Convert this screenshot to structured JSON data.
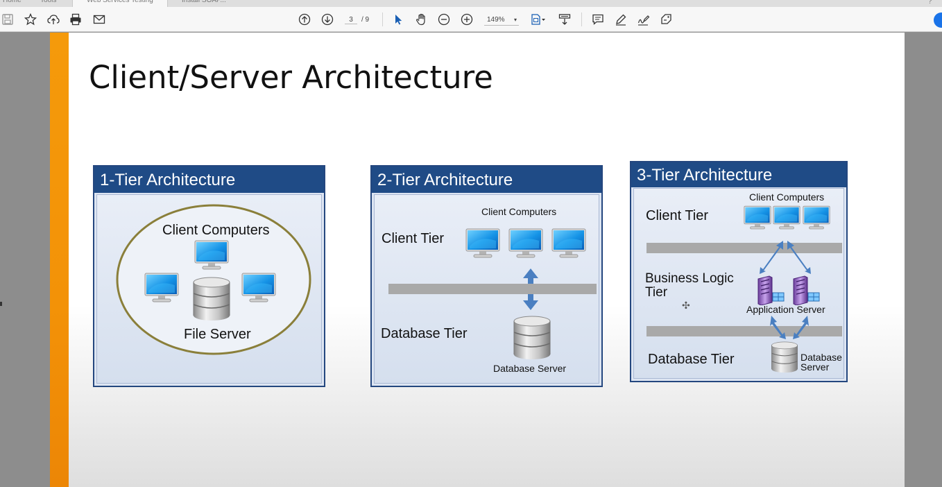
{
  "tabs": [
    {
      "label": "Home"
    },
    {
      "label": "Tools"
    },
    {
      "label": "Web Services Testing"
    },
    {
      "label": "Install SOAP..."
    }
  ],
  "toolbar": {
    "page_current": "3",
    "page_total": "/ 9",
    "zoom": "149%",
    "zoom_caret": "▾"
  },
  "slide": {
    "title": "Client/Server Architecture",
    "panel1": {
      "header": "1-Tier Architecture",
      "client_computers": "Client Computers",
      "file_server": "File Server"
    },
    "panel2": {
      "header": "2-Tier Architecture",
      "client_computers": "Client Computers",
      "client_tier": "Client Tier",
      "database_tier": "Database Tier",
      "database_server": "Database Server"
    },
    "panel3": {
      "header": "3-Tier Architecture",
      "client_computers": "Client Computers",
      "client_tier": "Client Tier",
      "business_logic_line1": "Business Logic",
      "business_logic_line2": "Tier",
      "application_server": "Application Server",
      "database_tier": "Database Tier",
      "database_line1": "Database",
      "database_line2": "Server"
    }
  },
  "colors": {
    "accent_bar": "#f39207",
    "panel_header": "#1f4b86",
    "arrow": "#4a7fc1"
  }
}
